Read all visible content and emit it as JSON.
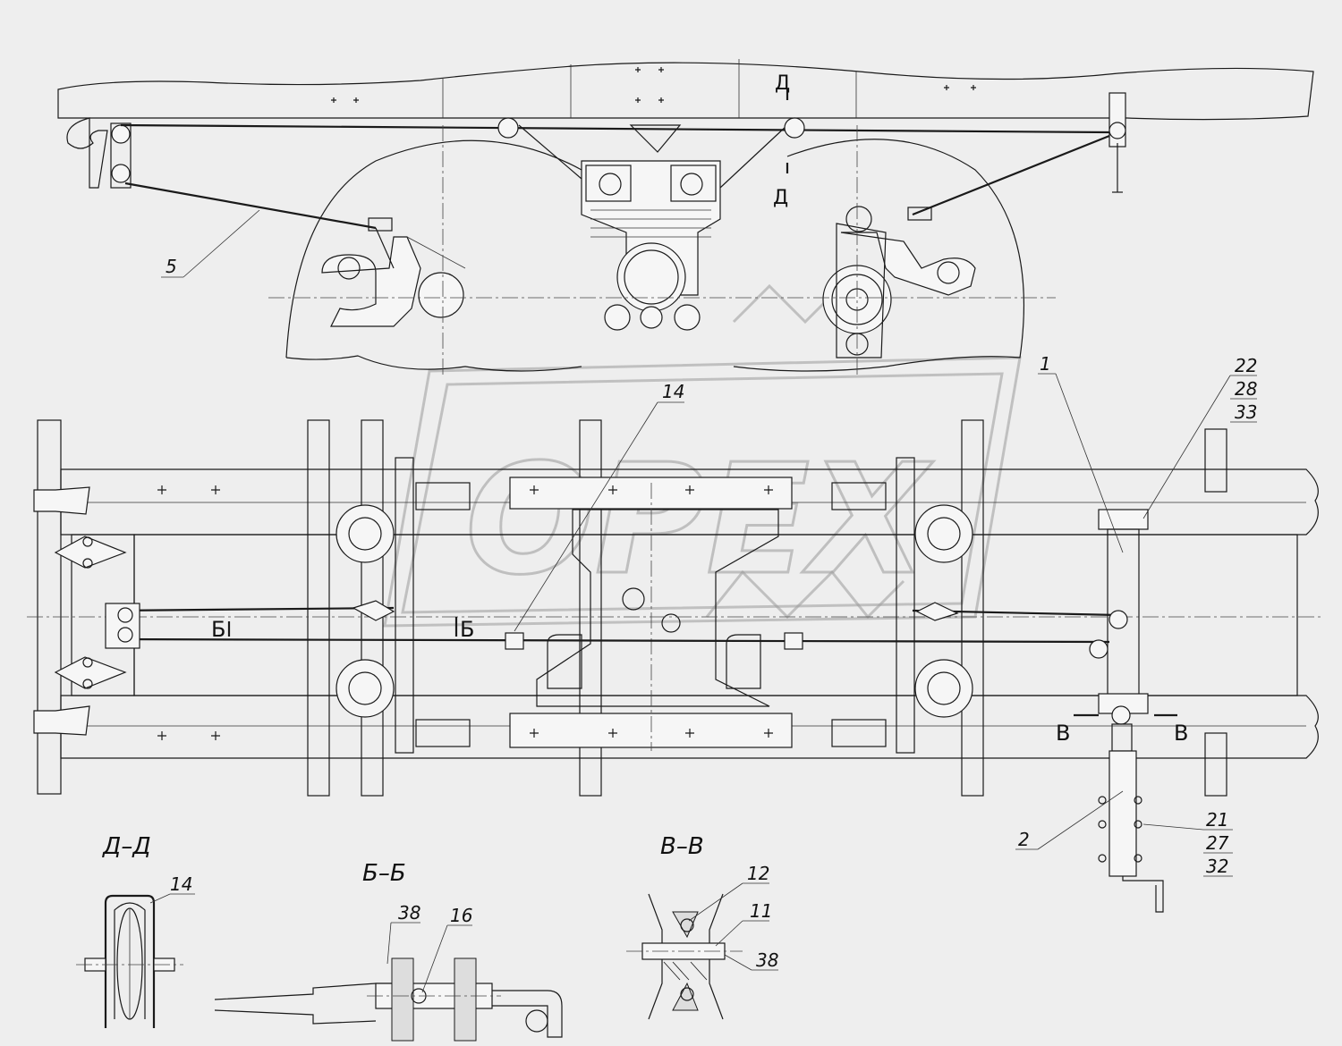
{
  "labels": {
    "p1": "1",
    "p2": "2",
    "p5": "5",
    "p14": "14",
    "p14_dd": "14",
    "stack_top": [
      "22",
      "28",
      "33"
    ],
    "stack_bottom": [
      "21",
      "27",
      "32"
    ],
    "bb_38": "38",
    "bb_16": "16",
    "vv_12": "12",
    "vv_11": "11",
    "vv_38": "38"
  },
  "section_titles": {
    "dd": "Д–Д",
    "bb": "Б–Б",
    "vv": "В–В"
  },
  "section_marks": {
    "d_top": "Д",
    "d_bottom": "Д",
    "b_left": "Б",
    "b_right": "Б",
    "v_left": "В",
    "v_right": "В"
  },
  "watermark": "OPEX",
  "colors": {
    "background": "#eeeeee",
    "line": "#1a1a1a",
    "watermark": "#9a9a9a"
  }
}
